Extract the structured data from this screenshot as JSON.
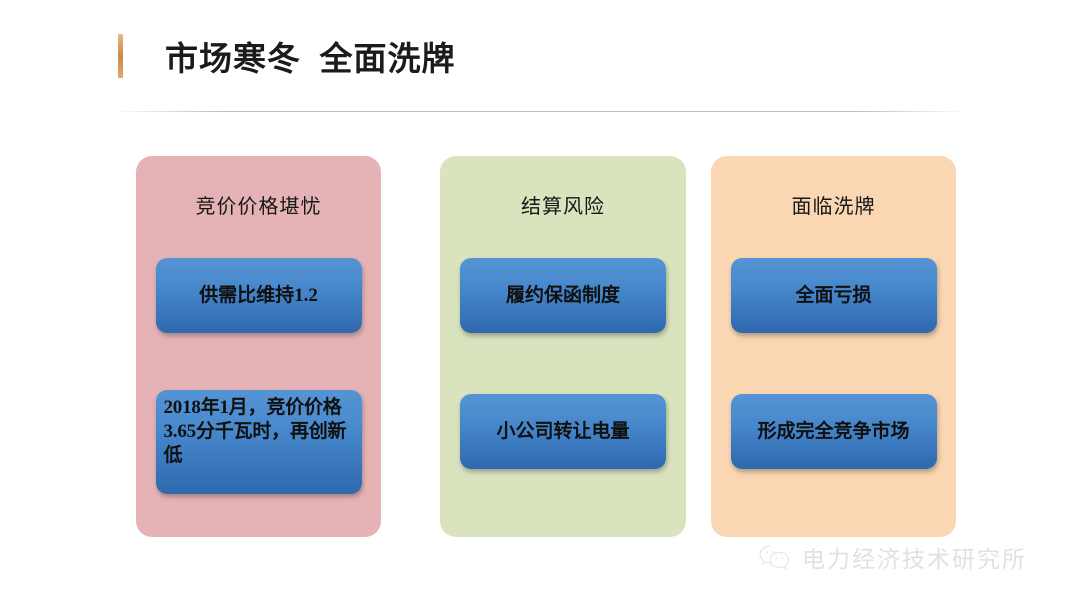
{
  "slide": {
    "title": "市场寒冬  全面洗牌",
    "accent_color": "#cf8a44",
    "background": "#ffffff"
  },
  "columns": [
    {
      "id": "col-1",
      "header": "竞价价格堪忧",
      "panel_color": "#e5b3b6",
      "boxes": [
        {
          "label": "供需比维持1.2"
        },
        {
          "label": "2018年1月，竞价价格3.65分千瓦时，再创新低"
        }
      ]
    },
    {
      "id": "col-2",
      "header": "结算风险",
      "panel_color": "#d9e4bf",
      "boxes": [
        {
          "label": "履约保函制度"
        },
        {
          "label": "小公司转让电量"
        }
      ]
    },
    {
      "id": "col-3",
      "header": "面临洗牌",
      "panel_color": "#fad6b2",
      "boxes": [
        {
          "label": "全面亏损"
        },
        {
          "label": "形成完全竞争市场"
        }
      ]
    }
  ],
  "box_style": {
    "gradient_top": "#5594d4",
    "gradient_bottom": "#2f68ad"
  },
  "watermark": {
    "icon": "wechat-icon",
    "text": "电力经济技术研究所"
  }
}
